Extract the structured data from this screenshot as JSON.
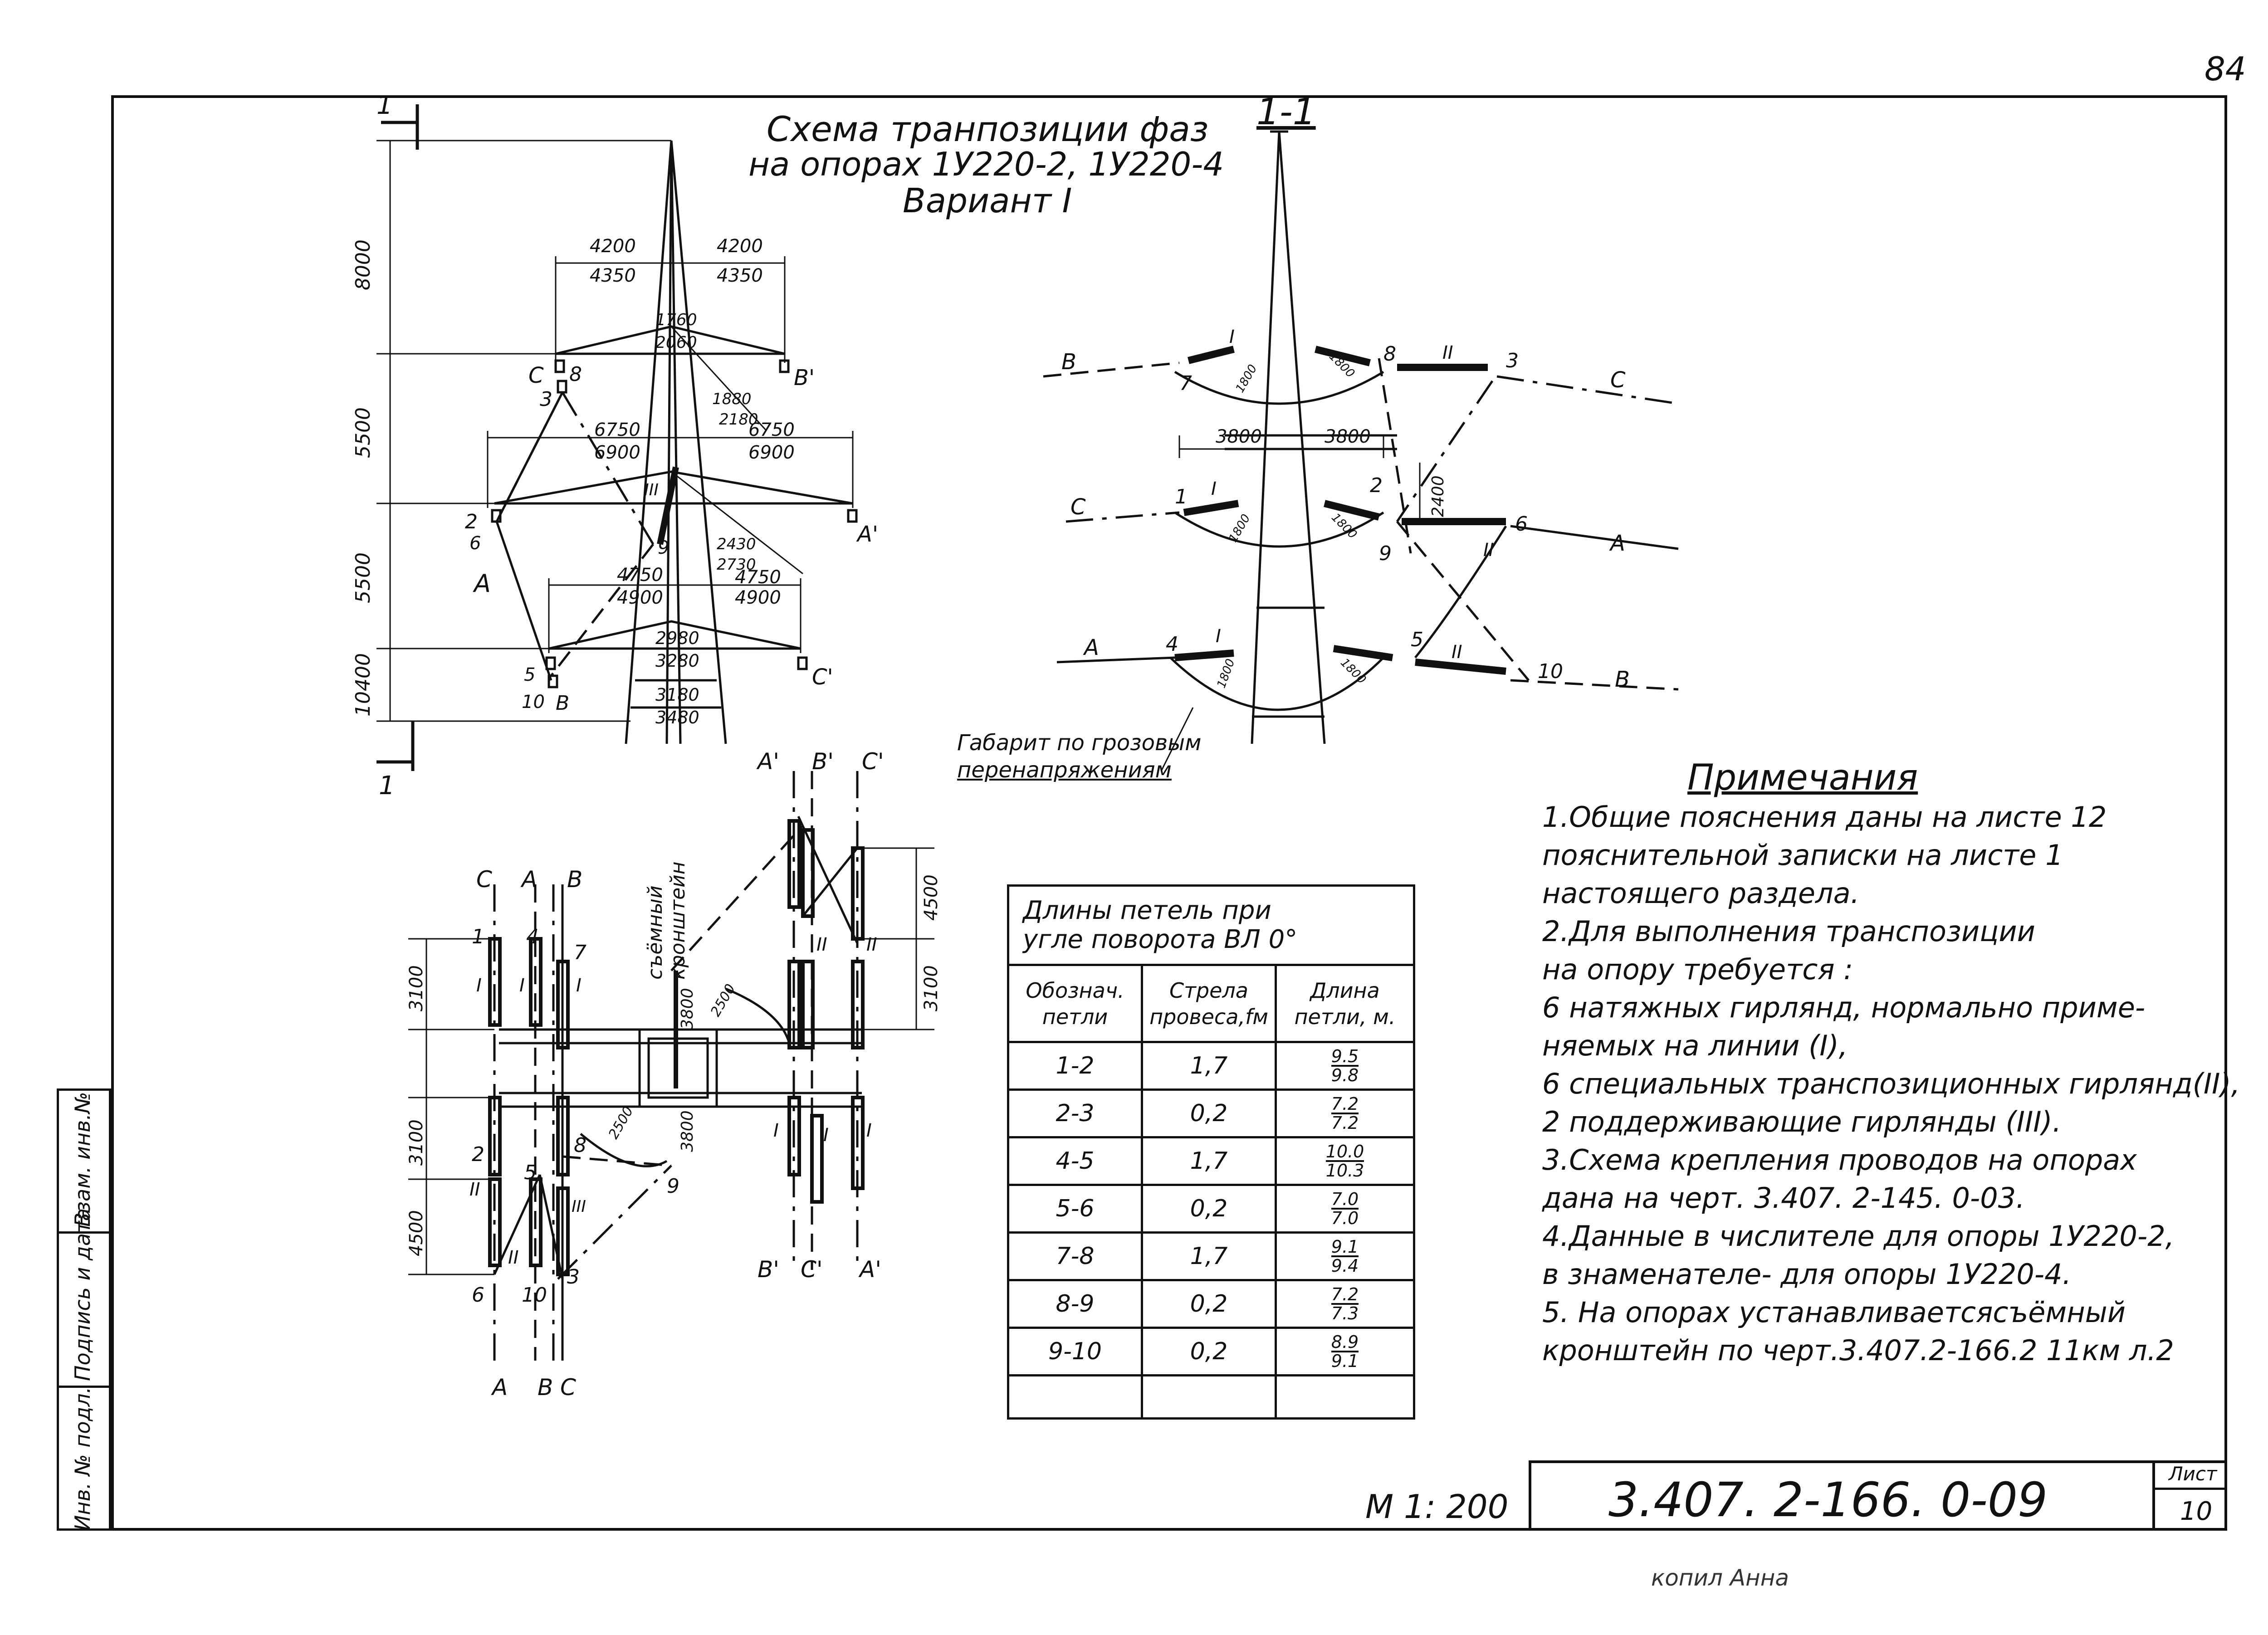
{
  "page_number": "84",
  "title": {
    "line1": "Схема транпозиции фаз",
    "line2": "на опорах 1У220-2, 1У220-4",
    "line3": "Вариант I"
  },
  "section_label": "1-1",
  "section_marks": [
    "1",
    "1"
  ],
  "left_tower": {
    "heights": [
      "8000",
      "5500",
      "5500",
      "10400"
    ],
    "widths_top": [
      "4200",
      "4350",
      "4200",
      "4350"
    ],
    "widths_top_inner": [
      "1760",
      "2060"
    ],
    "widths_mid": [
      "6750",
      "6900",
      "6750",
      "6900"
    ],
    "widths_mid_diag": [
      "1880",
      "2180"
    ],
    "widths_low": [
      "4750",
      "4900",
      "4750",
      "4900"
    ],
    "widths_low_diag": [
      "2430",
      "2730"
    ],
    "widths_bottom_inner": [
      "2980",
      "3280",
      "3180",
      "3480"
    ],
    "labels": [
      "C",
      "8",
      "3",
      "B'",
      "2",
      "6",
      "A",
      "A'",
      "9",
      "III",
      "5",
      "10",
      "B",
      "C'"
    ]
  },
  "right_tower": {
    "phase_labels": [
      "B",
      "C",
      "C",
      "A",
      "A",
      "B"
    ],
    "numbers": [
      "7",
      "8",
      "3",
      "1",
      "2",
      "6",
      "9",
      "4",
      "5",
      "10"
    ],
    "roman": [
      "I",
      "II",
      "I",
      "II",
      "I",
      "II"
    ],
    "dims": [
      "3800",
      "3800",
      "2400"
    ],
    "angle_labels": [
      "1800",
      "1800",
      "1800",
      "1800",
      "1800",
      "1800"
    ],
    "lightning_label_line1": "Габарит по грозовым",
    "lightning_label_line2": "перенапряжениям"
  },
  "plan_view": {
    "top_phase_left": [
      "C",
      "A",
      "B"
    ],
    "top_phase_right": [
      "A'",
      "B'",
      "C'"
    ],
    "bottom_phase_left": [
      "A",
      "B",
      "C"
    ],
    "bottom_phase_right": [
      "B'",
      "C'",
      "A'"
    ],
    "removable_bracket": "съёмный кронштейн",
    "dims_left": [
      "3100",
      "3100",
      "4500"
    ],
    "dims_right": [
      "4500",
      "3100"
    ],
    "dims_center": [
      "3800",
      "2500",
      "2500",
      "3800"
    ],
    "numbers": [
      "1",
      "4",
      "7",
      "2",
      "5",
      "8",
      "6",
      "10",
      "3",
      "9"
    ],
    "roman": [
      "I",
      "I",
      "I",
      "II",
      "II",
      "III",
      "II",
      "II",
      "I",
      "I",
      "I"
    ]
  },
  "loop_table": {
    "title_line1": "Длины петель при",
    "title_line2": "угле поворота ВЛ 0°",
    "headers": [
      {
        "line1": "Обознач.",
        "line2": "петли"
      },
      {
        "line1": "Стрела",
        "line2": "провеса,fм"
      },
      {
        "line1": "Длина",
        "line2": "петли, м."
      }
    ],
    "rows": [
      {
        "loop": "1-2",
        "sag": "1,7",
        "num": "9.5",
        "den": "9.8"
      },
      {
        "loop": "2-3",
        "sag": "0,2",
        "num": "7.2",
        "den": "7.2"
      },
      {
        "loop": "4-5",
        "sag": "1,7",
        "num": "10.0",
        "den": "10.3"
      },
      {
        "loop": "5-6",
        "sag": "0,2",
        "num": "7.0",
        "den": "7.0"
      },
      {
        "loop": "7-8",
        "sag": "1,7",
        "num": "9.1",
        "den": "9.4"
      },
      {
        "loop": "8-9",
        "sag": "0,2",
        "num": "7.2",
        "den": "7.3"
      },
      {
        "loop": "9-10",
        "sag": "0,2",
        "num": "8.9",
        "den": "9.1"
      }
    ]
  },
  "notes": {
    "heading": "Примечания",
    "lines": [
      "1.Общие пояснения даны на листе 12",
      "пояснительной записки на листе 1",
      "настоящего раздела.",
      "2.Для выполнения транспозиции",
      "на опору требуется :",
      "6 натяжных гирлянд, нормально приме-",
      "няемых на линии (I),",
      "6 специальных транспозиционных гирлянд(II),",
      "2 поддерживающие гирлянды (III).",
      "3.Схема крепления проводов на опорах",
      "дана на черт. 3.407. 2-145. 0-03.",
      "4.Данные в числителе для опоры 1У220-2,",
      "в знаменателе- для опоры 1У220-4.",
      "5. На опорах устанавливаетсясъёмный",
      "кронштейн по черт.3.407.2-166.2 11км л.2"
    ]
  },
  "title_block": {
    "scale": "М 1: 200",
    "code": "3.407. 2-166. 0-09",
    "sheet_label": "Лист",
    "sheet_number": "10"
  },
  "side_strip": {
    "cells": [
      "Инв. № подл.",
      "Подпись и дата",
      "Взам. инв.№"
    ]
  },
  "footer_stamp": "копил Анна"
}
